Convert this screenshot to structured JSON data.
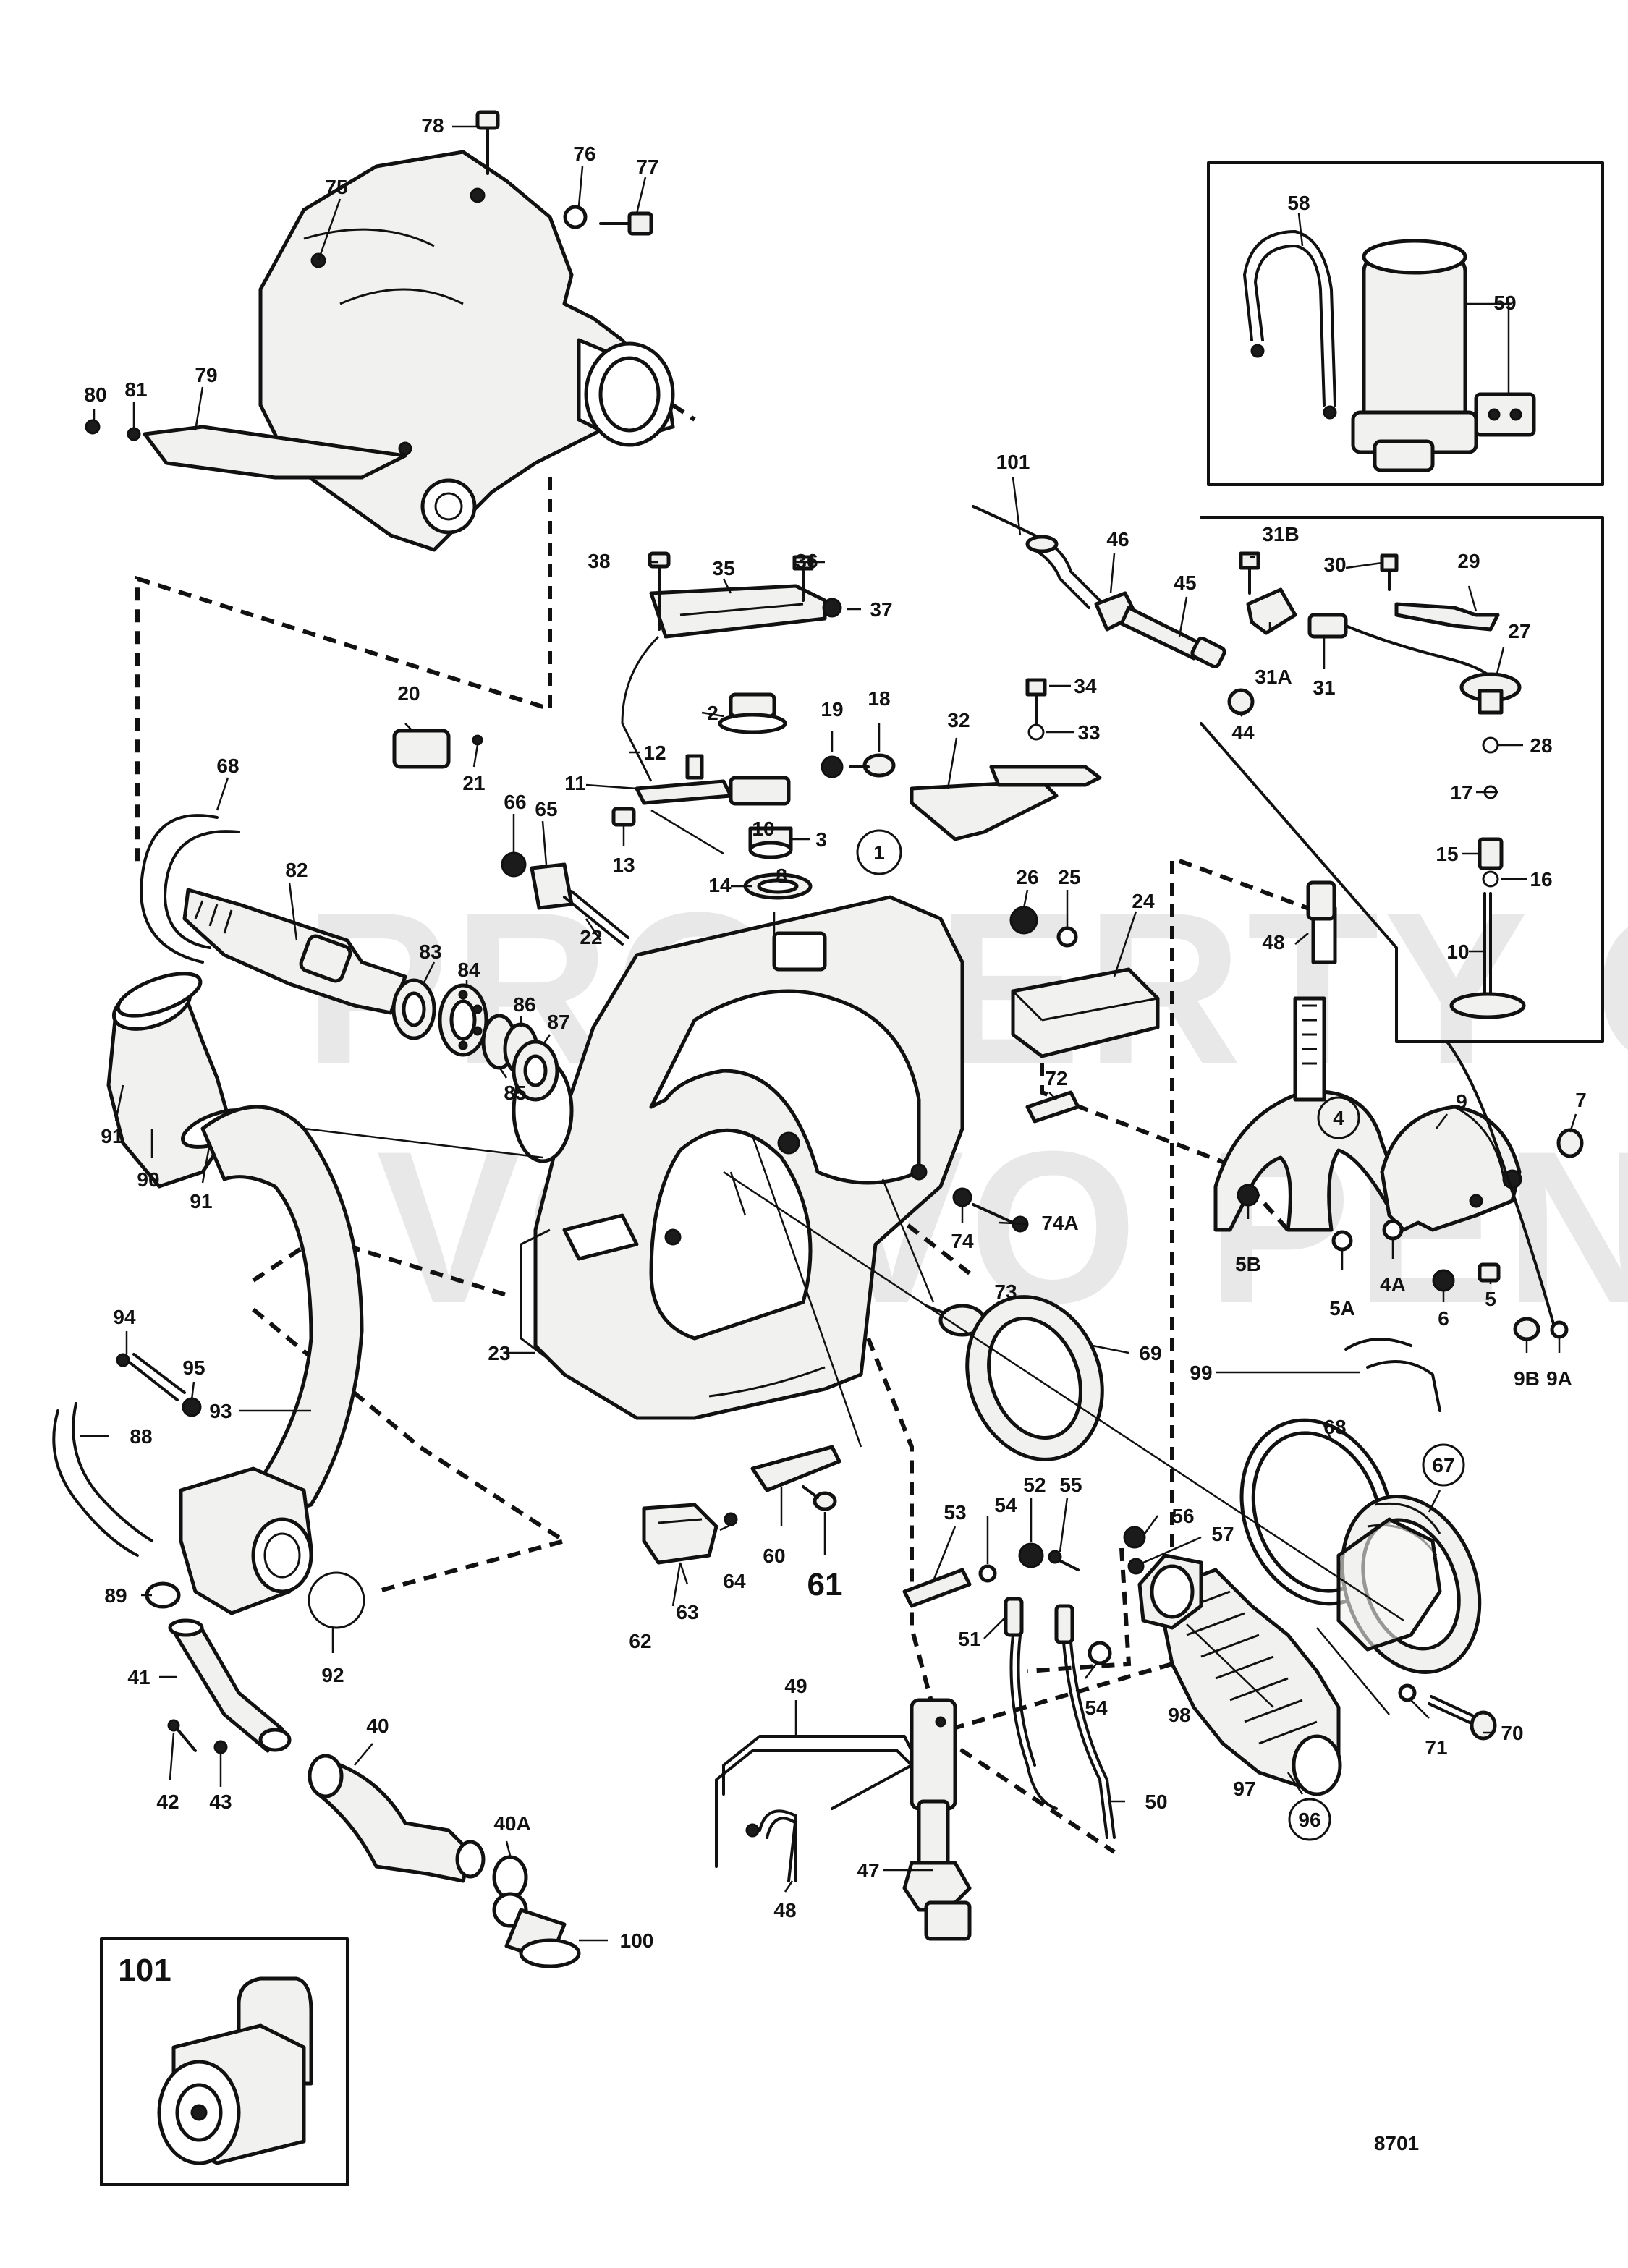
{
  "diagram": {
    "drawing_number": "8701",
    "watermark": [
      "PROPERTY OF",
      "VOLVO PENTA"
    ],
    "inset_101_label": "101",
    "callouts": [
      "1",
      "2",
      "3",
      "4",
      "4A",
      "5",
      "5A",
      "5B",
      "6",
      "7",
      "8",
      "9",
      "9A",
      "9B",
      "10",
      "11",
      "12",
      "13",
      "14",
      "15",
      "16",
      "17",
      "18",
      "19",
      "20",
      "21",
      "22",
      "23",
      "24",
      "25",
      "26",
      "27",
      "28",
      "29",
      "30",
      "31",
      "31A",
      "31B",
      "32",
      "33",
      "34",
      "35",
      "36",
      "37",
      "38",
      "40",
      "40A",
      "41",
      "42",
      "43",
      "44",
      "45",
      "46",
      "47",
      "48",
      "49",
      "50",
      "51",
      "52",
      "53",
      "54",
      "55",
      "56",
      "57",
      "58",
      "59",
      "60",
      "61",
      "62",
      "63",
      "64",
      "65",
      "66",
      "67",
      "68",
      "69",
      "70",
      "71",
      "72",
      "73",
      "74",
      "74A",
      "75",
      "76",
      "77",
      "78",
      "79",
      "80",
      "81",
      "82",
      "83",
      "84",
      "85",
      "86",
      "87",
      "88",
      "89",
      "90",
      "91",
      "92",
      "93",
      "94",
      "95",
      "96",
      "97",
      "98",
      "99",
      "100",
      "101"
    ]
  }
}
